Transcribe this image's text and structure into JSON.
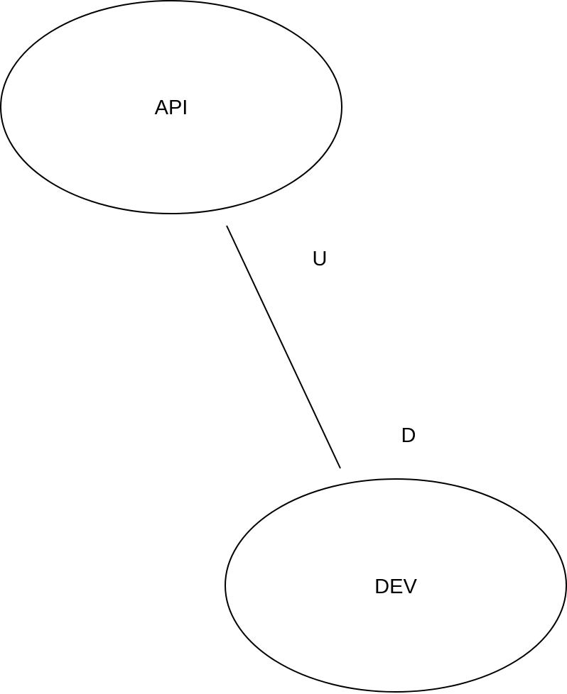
{
  "nodes": [
    {
      "id": "api",
      "label": "API"
    },
    {
      "id": "dev",
      "label": "DEV"
    }
  ],
  "edges": [
    {
      "from": "api",
      "to": "dev",
      "source_label": "U",
      "target_label": "D"
    }
  ],
  "colors": {
    "stroke": "#000000",
    "fill": "#ffffff"
  }
}
